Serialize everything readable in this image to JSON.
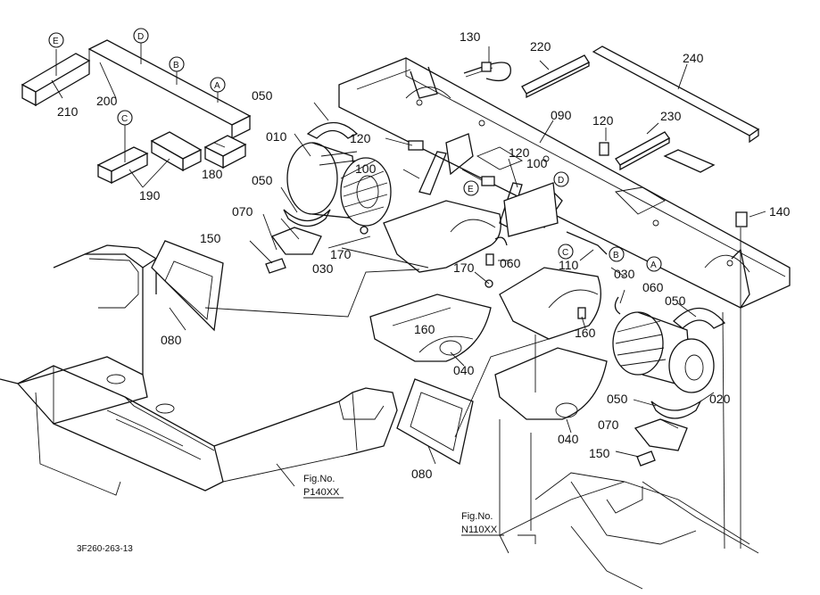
{
  "callouts": {
    "c010": "010",
    "c020": "020",
    "c030a": "030",
    "c030b": "030",
    "c040a": "040",
    "c040b": "040",
    "c050a": "050",
    "c050b": "050",
    "c050c": "050",
    "c050d": "050",
    "c060a": "060",
    "c060b": "060",
    "c070a": "070",
    "c070b": "070",
    "c080a": "080",
    "c080b": "080",
    "c090": "090",
    "c100a": "100",
    "c100b": "100",
    "c110": "110",
    "c120a": "120",
    "c120b": "120",
    "c120c": "120",
    "c130": "130",
    "c140": "140",
    "c150a": "150",
    "c150b": "150",
    "c160a": "160",
    "c160b": "160",
    "c170a": "170",
    "c170b": "170",
    "c180": "180",
    "c190": "190",
    "c200": "200",
    "c210": "210",
    "c220": "220",
    "c230": "230",
    "c240": "240"
  },
  "markers": {
    "A1": "A",
    "B1": "B",
    "C1": "C",
    "D1": "D",
    "E1": "E",
    "A2": "A",
    "B2": "B",
    "C2": "C",
    "D2": "D",
    "E2": "E"
  },
  "fig_refs": {
    "ref1_title": "Fig.No.",
    "ref1_code": "P140XX",
    "ref2_title": "Fig.No.",
    "ref2_code": "N110XX"
  },
  "drawing_code": "3F260-263-13"
}
